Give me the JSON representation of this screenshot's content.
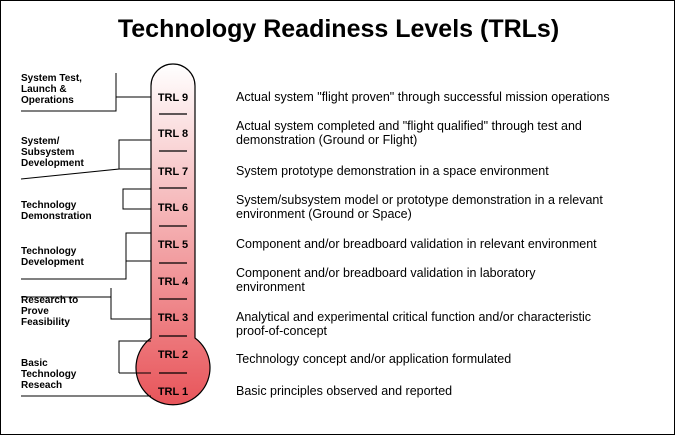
{
  "title": "Technology Readiness Levels (TRLs)",
  "colors": {
    "bulb_top": "#ffffff",
    "bulb_bottom": "#e8555a",
    "outline": "#000000"
  },
  "stages": [
    {
      "label": "System Test,\nLaunch &\nOperations"
    },
    {
      "label": "System/\nSubsystem\nDevelopment"
    },
    {
      "label": "Technology\nDemonstration"
    },
    {
      "label": "Technology\nDevelopment"
    },
    {
      "label": "Research to\nProve\nFeasibility"
    },
    {
      "label": "Basic\nTechnology\nReseach"
    }
  ],
  "levels": [
    {
      "trl": "TRL 9",
      "description": "Actual system \"flight proven\" through successful mission operations"
    },
    {
      "trl": "TRL 8",
      "description": "Actual system completed and \"flight qualified\" through test and\ndemonstration (Ground or Flight)"
    },
    {
      "trl": "TRL 7",
      "description": "System prototype demonstration in a space  environment"
    },
    {
      "trl": "TRL 6",
      "description": "System/subsystem model or prototype demonstration in a relevant\nenvironment (Ground or Space)"
    },
    {
      "trl": "TRL 5",
      "description": "Component and/or breadboard validation in relevant environment"
    },
    {
      "trl": "TRL 4",
      "description": "Component and/or breadboard validation in laboratory\nenvironment"
    },
    {
      "trl": "TRL 3",
      "description": "Analytical and experimental critical function and/or characteristic\nproof-of-concept"
    },
    {
      "trl": "TRL 2",
      "description": "Technology concept and/or application formulated"
    },
    {
      "trl": "TRL 1",
      "description": "Basic principles observed and reported"
    }
  ]
}
